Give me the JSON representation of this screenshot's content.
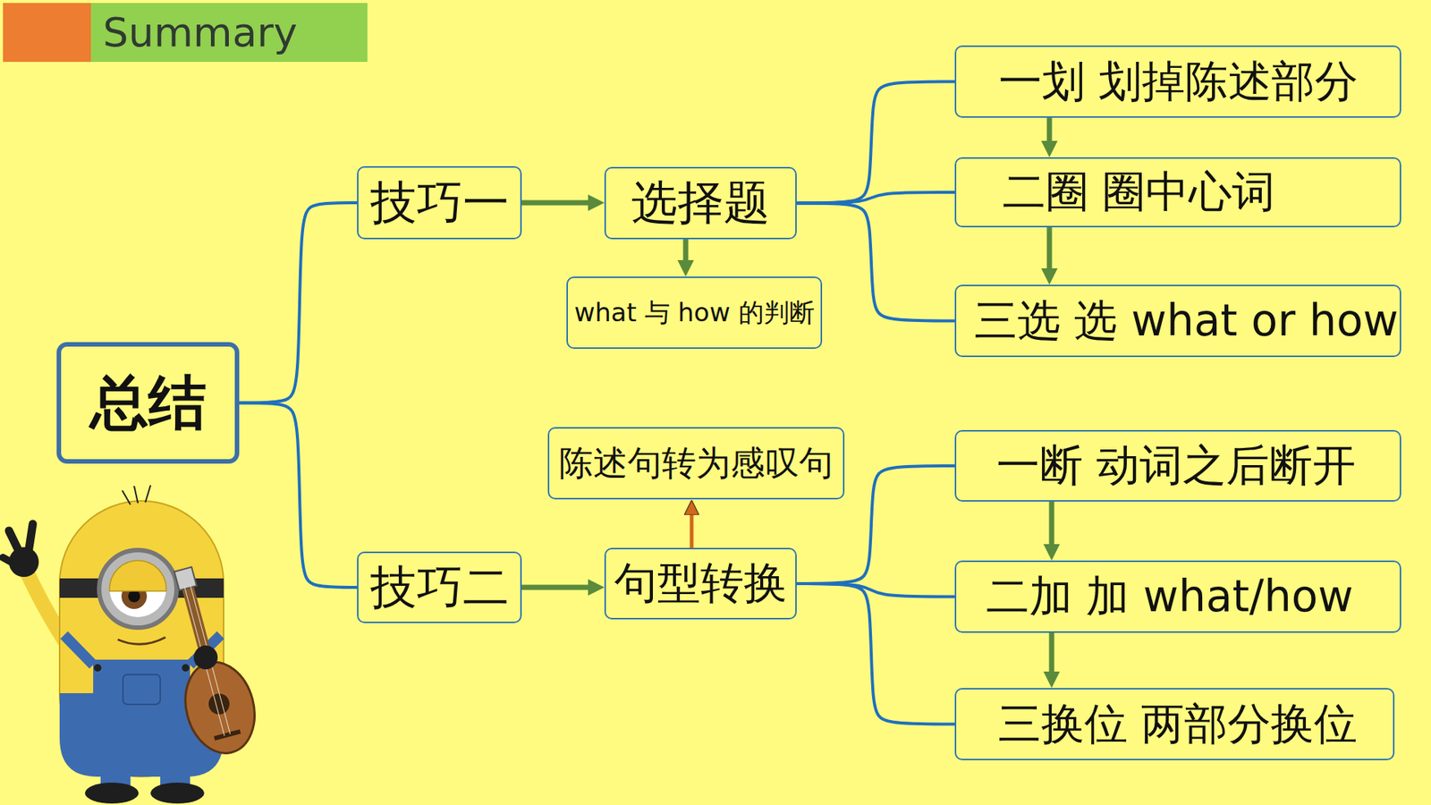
{
  "diagram": {
    "title": "Summary",
    "nodes": [
      {
        "text": [
          "总结"
        ]
      },
      {
        "text": [
          "技巧一"
        ]
      },
      {
        "text": [
          "选择题"
        ]
      },
      {
        "text": [
          "what 与 how 的判断"
        ]
      },
      {
        "text": [
          "一划 划掉陈述部分"
        ]
      },
      {
        "text": [
          "二圈 圈中心词"
        ]
      },
      {
        "text": [
          "三选 选 what or how"
        ]
      },
      {
        "text": [
          "技巧二"
        ]
      },
      {
        "text": [
          "句型转换"
        ]
      },
      {
        "text": [
          "陈述句转为感叹句"
        ]
      },
      {
        "text": [
          "一断 动词之后断开"
        ]
      },
      {
        "text": [
          "二加 加 what/how"
        ]
      },
      {
        "text": [
          "三换位 两部分换位"
        ]
      }
    ],
    "edges": [
      {
        "from": 0,
        "to": 1,
        "arrow": "none"
      },
      {
        "from": 0,
        "to": 7,
        "arrow": "none"
      },
      {
        "from": 1,
        "to": 2,
        "arrow": "to"
      },
      {
        "from": 2,
        "to": 3,
        "arrow": "to"
      },
      {
        "from": 2,
        "to": 4,
        "arrow": "none"
      },
      {
        "from": 2,
        "to": 5,
        "arrow": "none"
      },
      {
        "from": 2,
        "to": 6,
        "arrow": "none"
      },
      {
        "from": 4,
        "to": 5,
        "arrow": "to"
      },
      {
        "from": 5,
        "to": 6,
        "arrow": "to"
      },
      {
        "from": 7,
        "to": 8,
        "arrow": "to"
      },
      {
        "from": 8,
        "to": 9,
        "arrow": "to"
      },
      {
        "from": 8,
        "to": 10,
        "arrow": "none"
      },
      {
        "from": 8,
        "to": 11,
        "arrow": "none"
      },
      {
        "from": 8,
        "to": 12,
        "arrow": "none"
      },
      {
        "from": 10,
        "to": 11,
        "arrow": "to"
      },
      {
        "from": 11,
        "to": 12,
        "arrow": "to"
      }
    ]
  }
}
